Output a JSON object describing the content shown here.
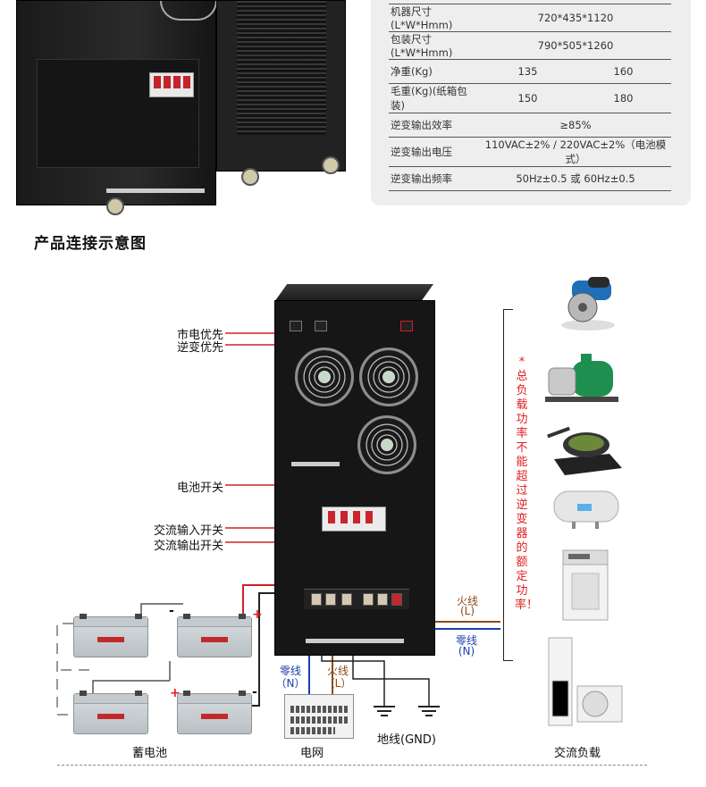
{
  "specs": [
    {
      "label": "机器尺寸(L*W*Hmm)",
      "val1": "720*435*1120"
    },
    {
      "label": "包装尺寸(L*W*Hmm)",
      "val1": "790*505*1260"
    },
    {
      "label": "净重(Kg)",
      "val1": "135",
      "val2": "160"
    },
    {
      "label": "毛重(Kg)(纸箱包装)",
      "val1": "150",
      "val2": "180"
    },
    {
      "label": "逆变输出效率",
      "val1": "≥85%"
    },
    {
      "label": "逆变输出电压",
      "val1": "110VAC±2% / 220VAC±2%（电池模式）"
    },
    {
      "label": "逆变输出频率",
      "val1": "50Hz±0.5 或 60Hz±0.5"
    }
  ],
  "section_title": "产品连接示意图",
  "labels": {
    "mains_priority": "市电优先",
    "inverter_priority": "逆变优先",
    "battery_switch": "电池开关",
    "ac_input_switch": "交流输入开关",
    "ac_output_switch": "交流输出开关",
    "battery": "蓄电池",
    "grid": "电网",
    "ground": "地线(GND)",
    "ac_load": "交流负载",
    "neutral_in": "零线",
    "neutral_in_n": "（N）",
    "live_in": "火线",
    "live_in_l": "（L）",
    "live_out": "火线",
    "live_out_l": "(L)",
    "neutral_out": "零线",
    "neutral_out_n": "(N)",
    "plus": "+",
    "minus": "-",
    "note": "*总负载功率不能超过逆变器的额定功率！"
  },
  "colors": {
    "leader_red": "#d02026",
    "wire_blue": "#1a3fa8",
    "wire_brown": "#8a4b1b",
    "note_red": "#e02020"
  },
  "load_icons": [
    "tile-cutter-icon",
    "water-pump-icon",
    "induction-cooker-icon",
    "water-heater-icon",
    "washing-machine-icon",
    "air-conditioner-icon"
  ]
}
